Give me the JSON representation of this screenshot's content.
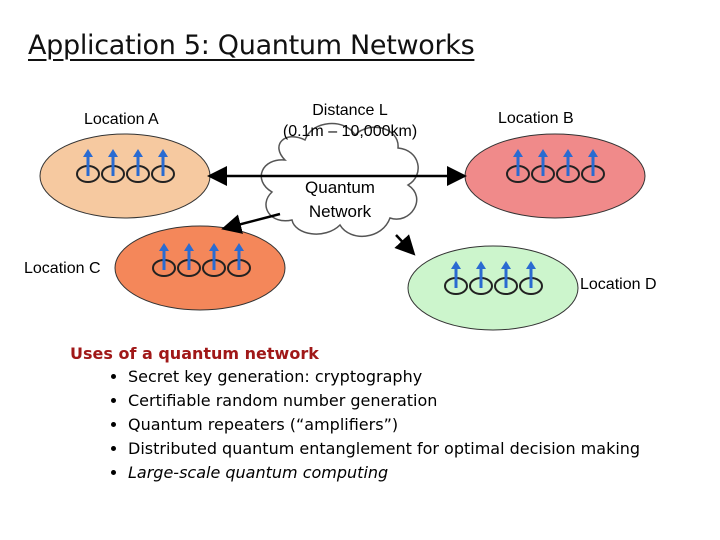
{
  "title": "Application 5: Quantum Networks",
  "locations": {
    "a": "Location A",
    "b": "Location B",
    "c": "Location C",
    "d": "Location D"
  },
  "distance": {
    "line1": "Distance L",
    "line2": "(0.1m – 10,000km)"
  },
  "network": {
    "line1": "Quantum",
    "line2": "Network"
  },
  "uses": {
    "heading": "Uses of a quantum network",
    "items": [
      "Secret key generation: cryptography",
      "Certifiable random number generation",
      "Quantum repeaters (“amplifiers”)",
      "Distributed quantum entanglement for optimal decision making",
      "Large-scale quantum computing"
    ]
  },
  "colors": {
    "location_a": "#f6c9a0",
    "location_b": "#f08a8a",
    "location_c": "#f4875a",
    "location_d": "#ccf5cc",
    "spin_arrow": "#2a6bd1",
    "uses_heading": "#a01818"
  }
}
